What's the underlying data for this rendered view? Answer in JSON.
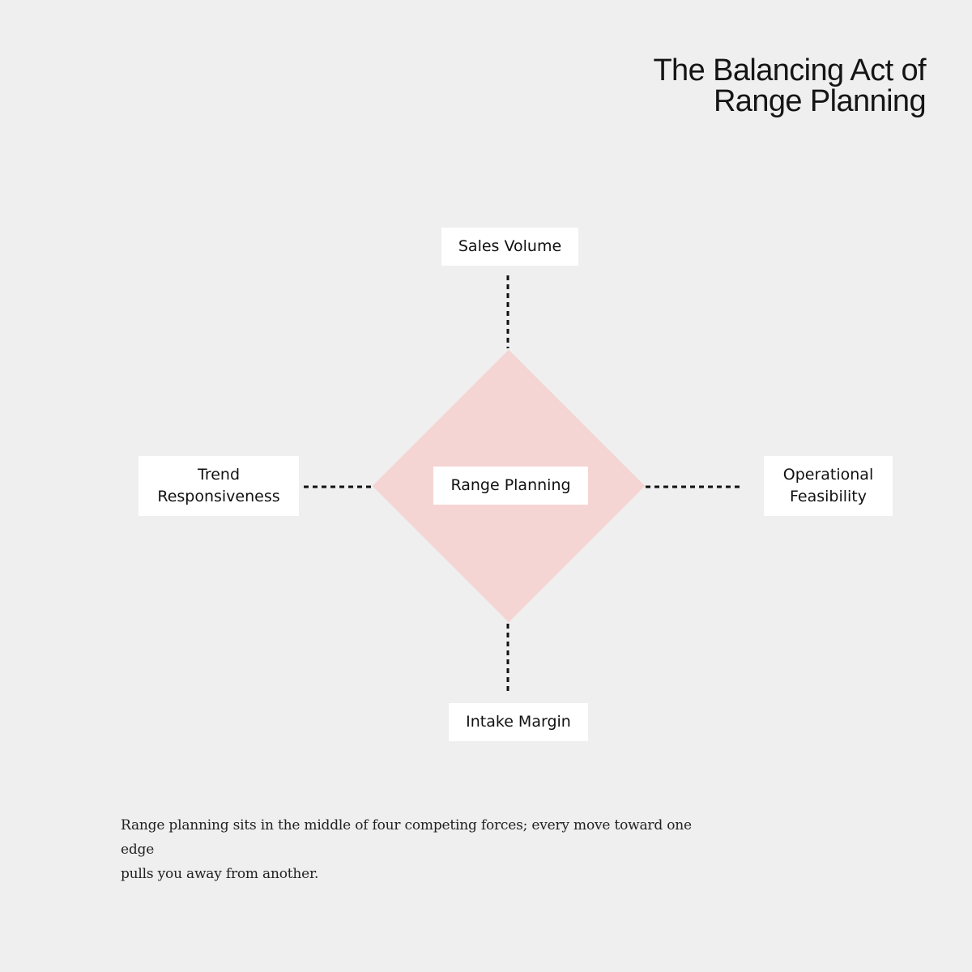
{
  "title": {
    "line1": "The Balancing Act of",
    "line2": "Range Planning"
  },
  "diagram": {
    "center": "Range Planning",
    "top": "Sales Volume",
    "bottom": "Intake Margin",
    "left": {
      "line1": "Trend",
      "line2": "Responsiveness"
    },
    "right": {
      "line1": "Operational",
      "line2": "Feasibility"
    },
    "diamond_color": "#f5d5d3",
    "connector_color": "#111111"
  },
  "caption": {
    "line1": "Range planning sits in the middle of four competing forces; every move toward one edge",
    "line2": "pulls you away from another."
  }
}
